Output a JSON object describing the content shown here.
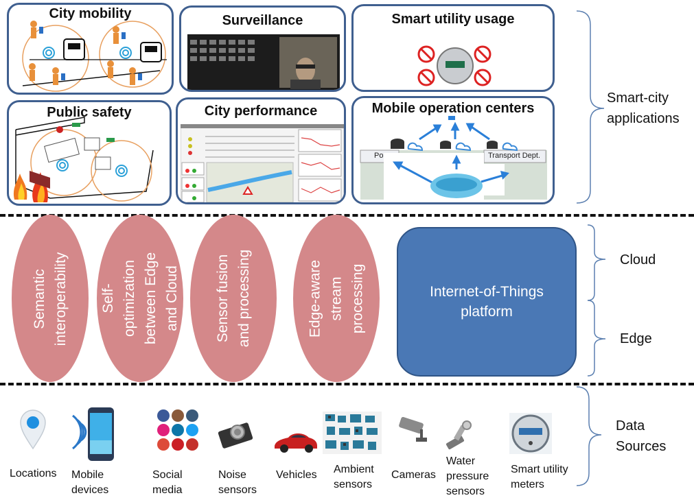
{
  "cards": {
    "city_mobility": "City mobility",
    "surveillance": "Surveillance",
    "smart_utility": "Smart utility usage",
    "public_safety": "Public safety",
    "city_performance": "City performance",
    "mobile_ops": "Mobile operation centers"
  },
  "mobile_ops_labels": {
    "left": "Po",
    "right": "Transport Dept."
  },
  "ellipses": [
    {
      "line1": "Semantic",
      "line2": "interoperability"
    },
    {
      "line1": "Self-",
      "line2": "optimization",
      "line3": "between Edge",
      "line4": "and Cloud"
    },
    {
      "line1": "Sensor fusion",
      "line2": "and  processing"
    },
    {
      "line1": "Edge-aware",
      "line2": "stream",
      "line3": "processing"
    }
  ],
  "iot_platform": {
    "line1": "Internet-of-Things",
    "line2": "platform"
  },
  "side_labels": {
    "smart_city": {
      "line1": "Smart-city",
      "line2": "applications"
    },
    "cloud": "Cloud",
    "edge": "Edge",
    "data_sources": {
      "line1": "Data",
      "line2": "Sources"
    }
  },
  "data_sources": [
    {
      "line1": "Locations",
      "icon": "location-pin-icon"
    },
    {
      "line1": "Mobile",
      "line2": "devices",
      "icon": "smartphone-icon"
    },
    {
      "line1": "Social",
      "line2": "media",
      "icon": "social-media-icon"
    },
    {
      "line1": "Noise",
      "line2": "sensors",
      "icon": "noise-sensor-icon"
    },
    {
      "line1": "Vehicles",
      "icon": "car-icon"
    },
    {
      "line1": "Ambient",
      "line2": "sensors",
      "icon": "sensor-board-icon"
    },
    {
      "line1": "Cameras",
      "icon": "camera-icon"
    },
    {
      "line1": "Water",
      "line2": "pressure",
      "line3": "sensors",
      "icon": "pressure-sensor-icon"
    },
    {
      "line1": "Smart utility",
      "line2": "meters",
      "icon": "utility-meter-icon"
    }
  ],
  "colors": {
    "card_border": "#3f5f8f",
    "ellipse_fill": "#d4888a",
    "iot_fill": "#4a78b5",
    "bracket": "#5b7fb0"
  }
}
